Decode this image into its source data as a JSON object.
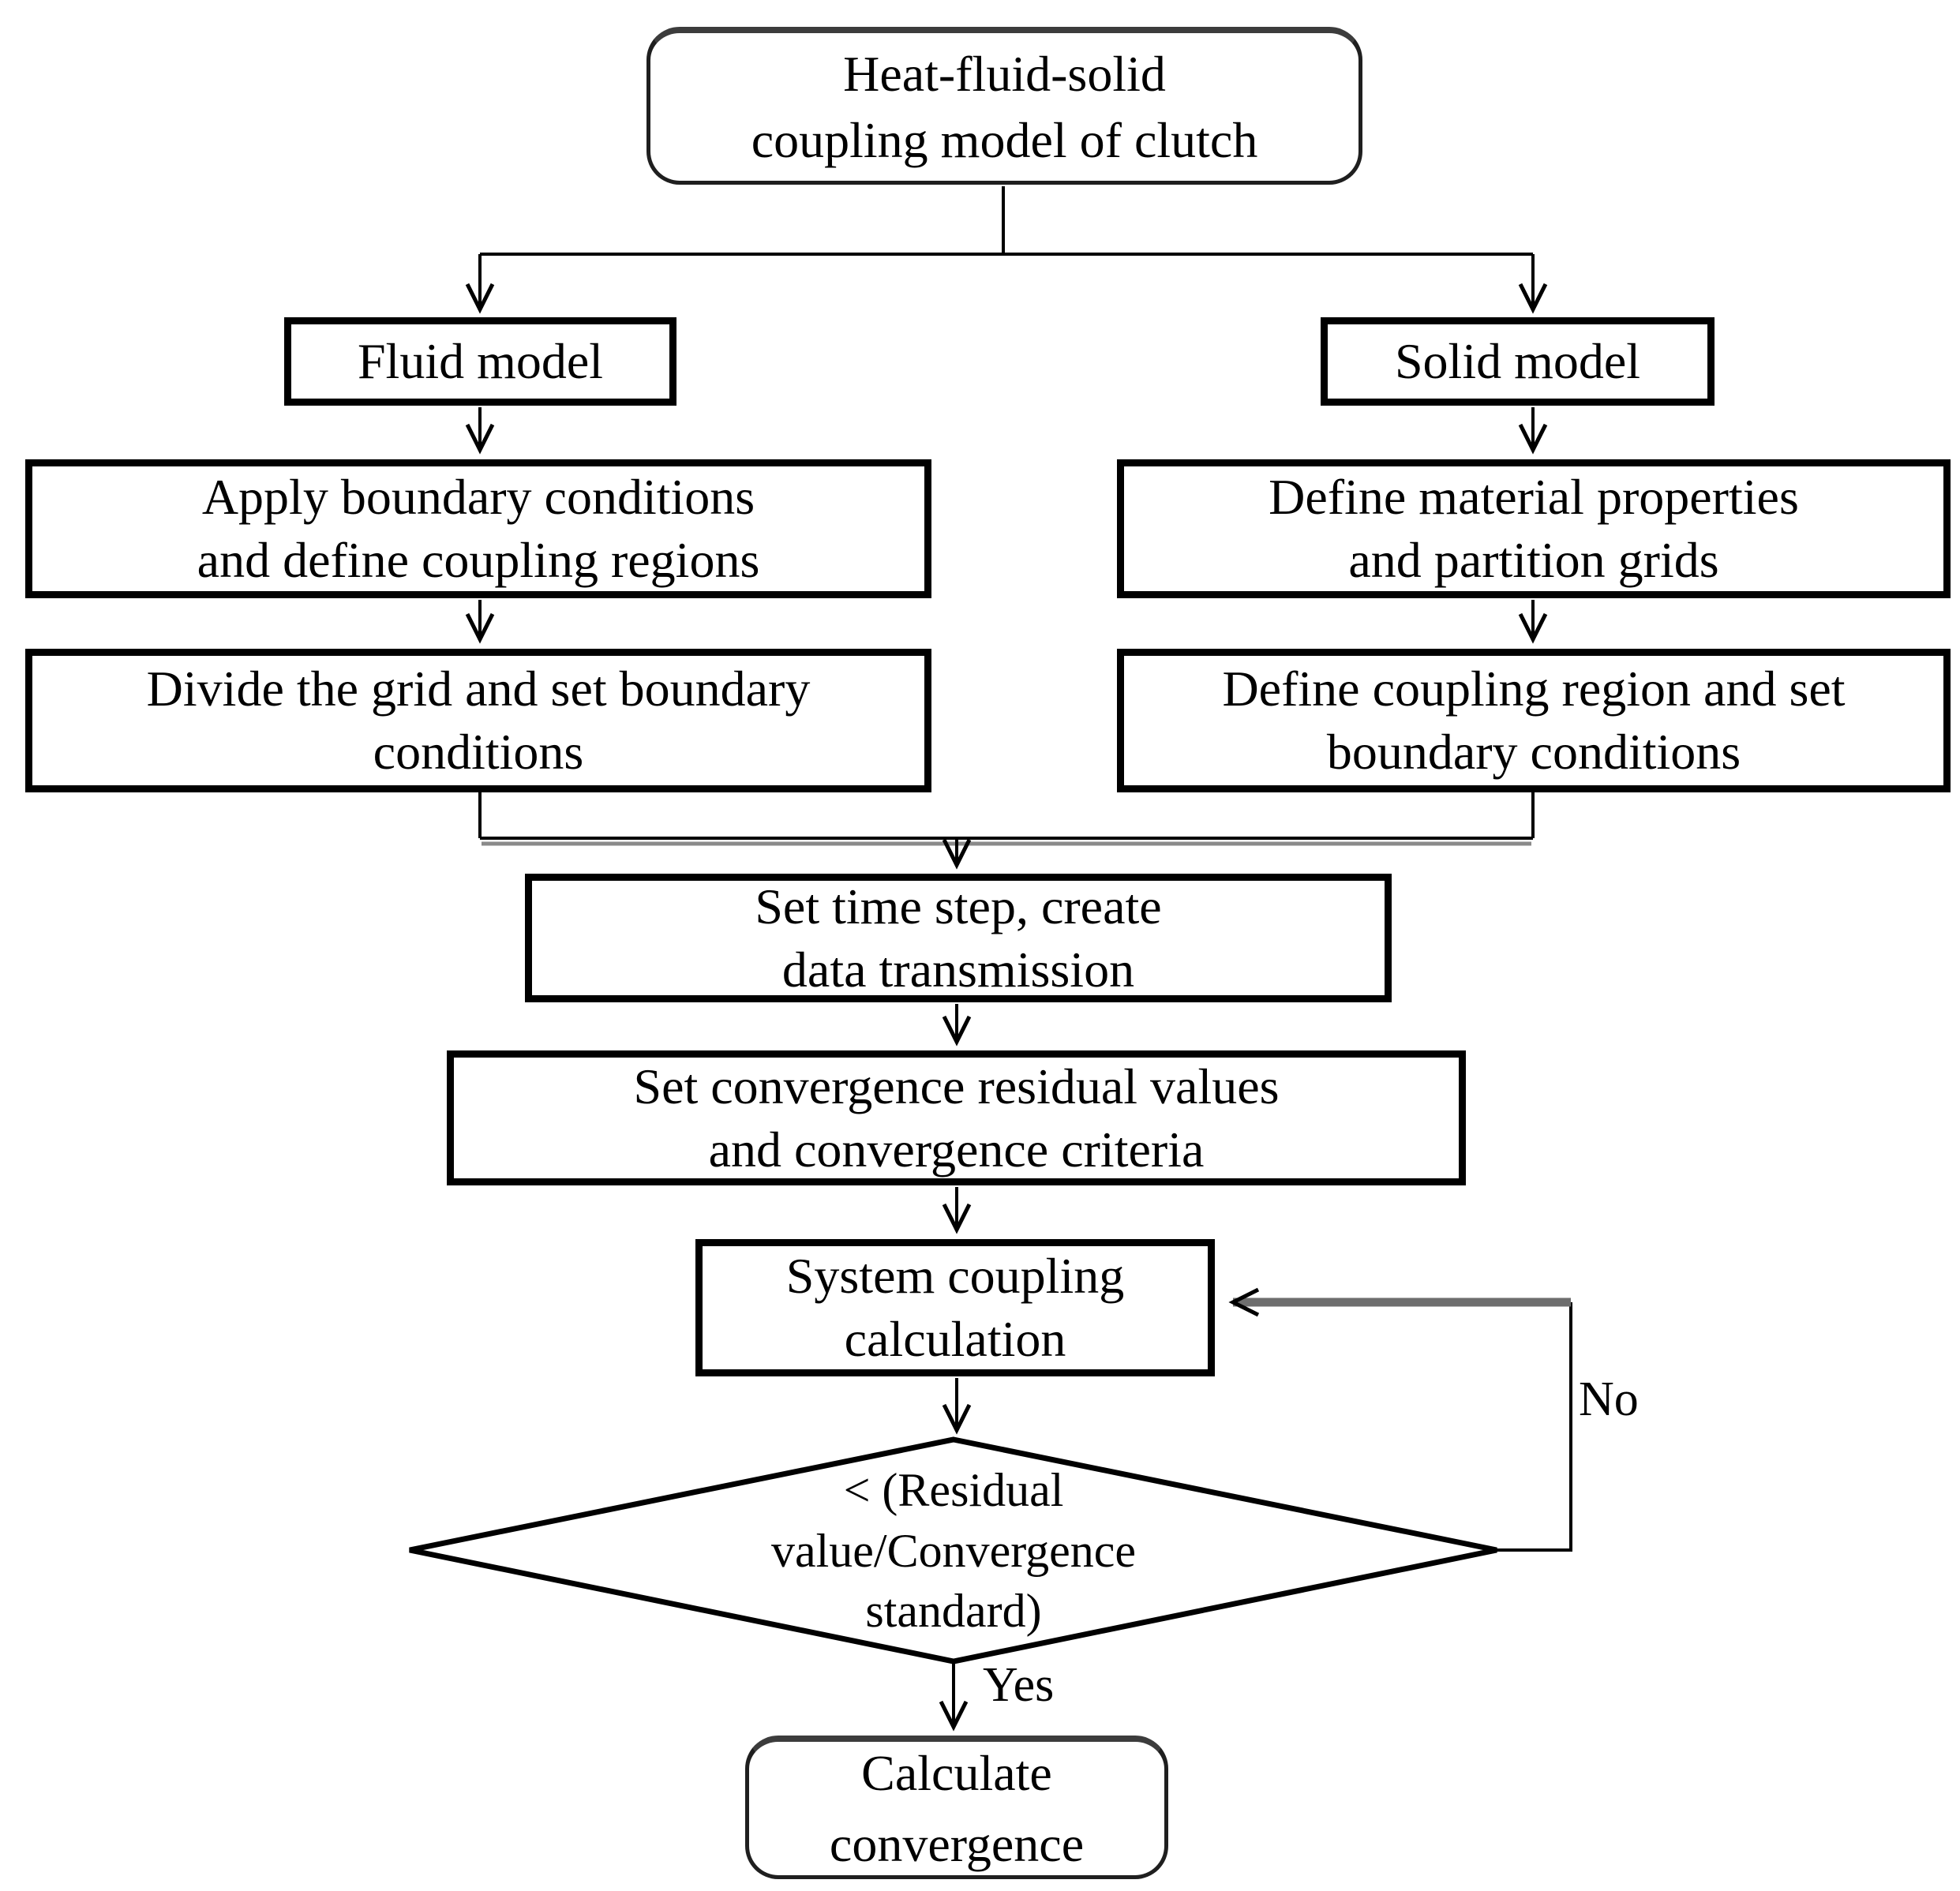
{
  "flowchart": {
    "nodes": {
      "heat": {
        "label": "Heat-fluid-solid\ncoupling model of clutch",
        "shape": "rounded-rect"
      },
      "fluid": {
        "label": "Fluid model",
        "shape": "rect"
      },
      "solid": {
        "label": "Solid model",
        "shape": "rect"
      },
      "apply": {
        "label": "Apply boundary conditions\nand define coupling regions",
        "shape": "rect"
      },
      "define_material": {
        "label": "Define material properties\nand partition grids",
        "shape": "rect"
      },
      "divide_grid": {
        "label": "Divide the grid and set boundary\nconditions",
        "shape": "rect"
      },
      "define_coupling": {
        "label": "Define coupling region and set\nboundary conditions",
        "shape": "rect"
      },
      "set_time": {
        "label": "Set time step, create\ndata transmission",
        "shape": "rect"
      },
      "set_convergence": {
        "label": "Set convergence residual values\nand convergence criteria",
        "shape": "rect"
      },
      "system_coupling": {
        "label": "System coupling\ncalculation",
        "shape": "rect"
      },
      "decision": {
        "label": "< (Residual\nvalue/Convergence\nstandard)",
        "shape": "diamond"
      },
      "calculate": {
        "label": "Calculate\nconvergence",
        "shape": "rounded-rect"
      }
    },
    "edge_labels": {
      "yes": "Yes",
      "no": "No"
    },
    "colors": {
      "line": "#000000",
      "gray_line": "#6e6e6e",
      "merge_shadow": "#8a8a8a",
      "box_fill": "#ffffff",
      "text": "#000000"
    }
  }
}
